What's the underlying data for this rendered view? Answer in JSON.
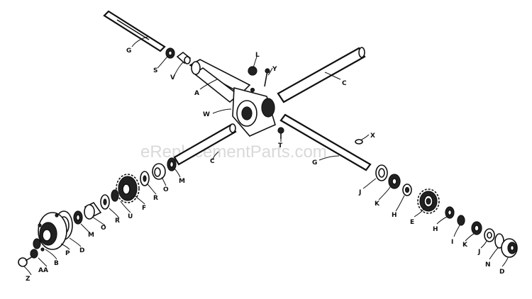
{
  "watermark": "eReplacementParts.com",
  "labels": {
    "g_upper": "G",
    "s_upper": "S",
    "v_upper": "V",
    "l": "L",
    "y": "Y",
    "a": "A",
    "c_right": "C",
    "w": "W",
    "t": "T",
    "x": "X",
    "c_lower": "C",
    "g_lower": "G",
    "m_upper": "M",
    "o_upper": "O",
    "r_upper": "R",
    "f": "F",
    "u": "U",
    "r_lower": "R",
    "o_lower": "O",
    "m_lower": "M",
    "d_left": "D",
    "p": "P",
    "b": "B",
    "aa": "AA",
    "z": "Z",
    "j_upper": "J",
    "k_upper": "K",
    "h_upper": "H",
    "e": "E",
    "h_lower": "H",
    "i": "I",
    "k_lower": "K",
    "j_lower": "J",
    "n": "N",
    "d_right": "D"
  }
}
